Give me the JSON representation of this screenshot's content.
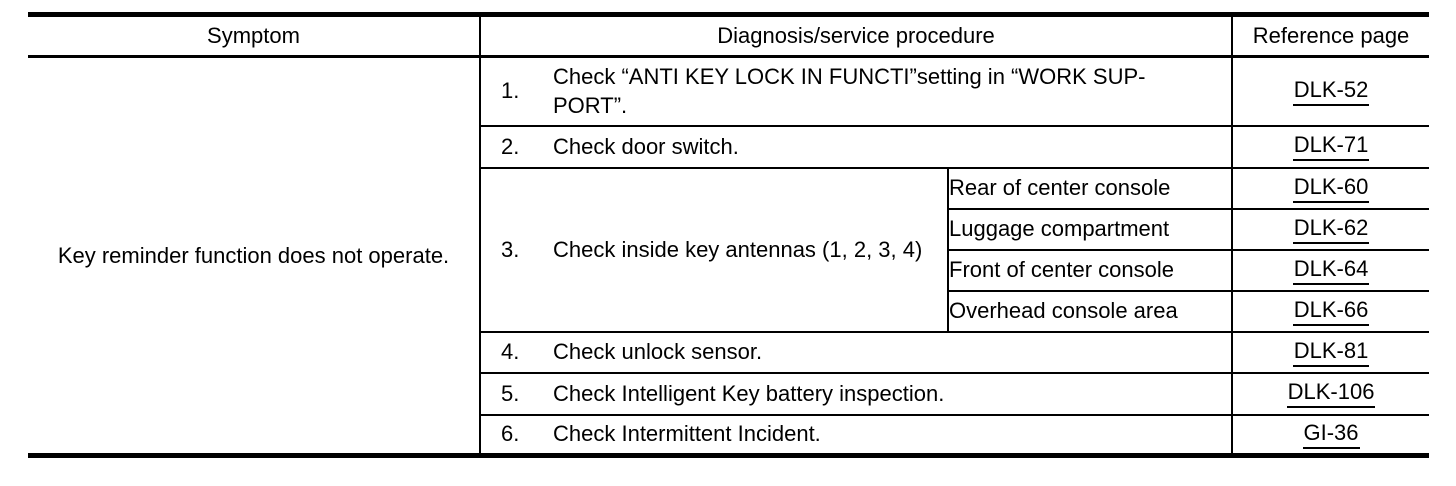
{
  "colors": {
    "border": "#000000",
    "text": "#000000",
    "background": "#ffffff"
  },
  "table": {
    "headers": {
      "symptom": "Symptom",
      "procedure": "Diagnosis/service procedure",
      "reference": "Reference page"
    },
    "symptom": "Key reminder function does not operate.",
    "rows": [
      {
        "num": "1.",
        "text": "Check “ANTI KEY LOCK IN FUNCTI”setting in “WORK SUP-\nPORT”.",
        "ref": "DLK-52"
      },
      {
        "num": "2.",
        "text": "Check door switch.",
        "ref": "DLK-71"
      },
      {
        "num": "3.",
        "text": "Check inside key antennas (1, 2, 3, 4)",
        "locations": [
          {
            "label": "Rear of center console",
            "ref": "DLK-60"
          },
          {
            "label": "Luggage compartment",
            "ref": "DLK-62"
          },
          {
            "label": "Front of center console",
            "ref": "DLK-64"
          },
          {
            "label": "Overhead console area",
            "ref": "DLK-66"
          }
        ]
      },
      {
        "num": "4.",
        "text": "Check unlock sensor.",
        "ref": "DLK-81"
      },
      {
        "num": "5.",
        "text": "Check Intelligent Key battery inspection.",
        "ref": "DLK-106"
      },
      {
        "num": "6.",
        "text": "Check Intermittent Incident.",
        "ref": "GI-36"
      }
    ]
  }
}
